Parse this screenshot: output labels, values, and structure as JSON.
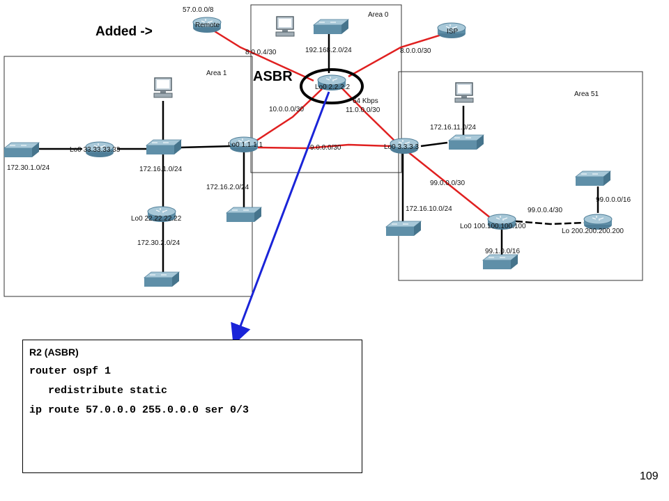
{
  "areas": {
    "area0": "Area 0",
    "area1": "Area 1",
    "area51": "Area 51"
  },
  "annotations": {
    "added": "Added ->",
    "asbr": "ASBR"
  },
  "routers": {
    "remote_name": "Remote",
    "remote_net": "57.0.0.0/8",
    "isp_name": "ISP",
    "r2_loopback": "Lo0 2.2.2.2",
    "r1_loopback": "Lo0 1.1.1.1",
    "r3_loopback": "Lo0 3.3.3.3",
    "r33_loopback": "Lo0 33.33.33.33",
    "r22_loopback": "Lo0 22.22.22.22",
    "r100_loopback": "Lo0 100.100.100.100",
    "r200_loopback": "Lo 200.200.200.200"
  },
  "links": {
    "remote_r2": "8.0.0.4/30",
    "r2_lan": "192.168.2.0/24",
    "isp_r2": "8.0.0.0/30",
    "r1_r2": "10.0.0.0/30",
    "r2_r3_speed": "64 Kbps",
    "r2_r3": "11.0.0.0/30",
    "r1_r3": "9.0.0.0/30",
    "r3_lan11": "172.16.11.0/24",
    "r3_r100": "99.0.0.0/30",
    "r3_lan10": "172.16.10.0/24",
    "r100_r200": "99.0.0.4/30",
    "r200_lan": "99.0.0.0/16",
    "r100_lan": "99.1.0.0/16",
    "r33_lan": "172.30.1.0/24",
    "area1_sw_lan": "172.16.1.0/24",
    "r1_lan": "172.16.2.0/24",
    "r22_lan": "172.30.2.0/24"
  },
  "config": {
    "title": "R2 (ASBR)",
    "line1": "router ospf 1",
    "line2": "   redistribute static",
    "line3": "ip route 57.0.0.0 255.0.0.0 ser 0/3"
  },
  "page_number": "109",
  "colors": {
    "serial_link": "#e02020",
    "ethernet_link": "#000000",
    "highlight_ring": "#000000",
    "arrow": "#1a24d8",
    "device_body": "#5f8fa8",
    "device_top": "#a8c8d8"
  }
}
